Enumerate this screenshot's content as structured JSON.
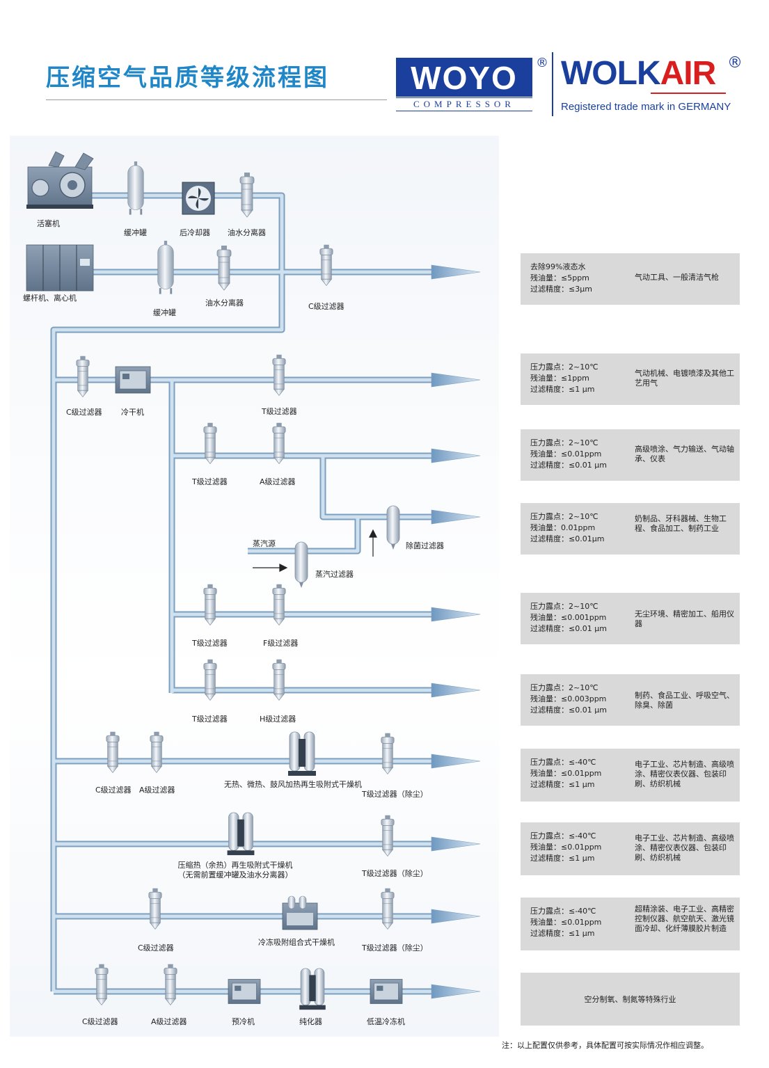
{
  "header": {
    "title": "压缩空气品质等级流程图",
    "logo1_text": "WOYO",
    "logo1_sub": "COMPRESSOR",
    "reg_mark": "®",
    "logo2_part1": "WOLK",
    "logo2_part2": "AIR",
    "logo2_sub": "Registered trade mark in GERMANY"
  },
  "labels": {
    "piston": "活塞机",
    "buffer_tank": "缓冲罐",
    "aftercooler": "后冷却器",
    "oil_water_sep": "油水分离器",
    "screw": "螺杆机、离心机",
    "c_filter": "C级过滤器",
    "dryer": "冷干机",
    "t_filter": "T级过滤器",
    "a_filter": "A级过滤器",
    "steam_source": "蒸汽源",
    "steam_filter": "蒸汽过滤器",
    "sterile_filter": "除菌过滤器",
    "f_filter": "F级过滤器",
    "h_filter": "H级过滤器",
    "ads_dryer": "无热、微热、鼓风加热再生吸附式干燥机",
    "t_filter_dust": "T级过滤器（除尘）",
    "heat_dryer_1": "压缩热（余热）再生吸附式干燥机",
    "heat_dryer_2": "（无需前置缓冲罐及油水分离器）",
    "combo_dryer": "冷冻吸附组合式干燥机",
    "precooler": "预冷机",
    "purifier": "纯化器",
    "low_temp": "低温冷冻机"
  },
  "boxes": [
    {
      "spec": [
        "去除99%液态水",
        "残油量：≤5ppm",
        "过滤精度：≤3μm"
      ],
      "app": "气动工具、一般清洁气枪"
    },
    {
      "spec": [
        "压力露点：2~10℃",
        "残油量：≤1ppm",
        "过滤精度：≤1 μm"
      ],
      "app": "气动机械、电镀喷漆及其他工艺用气"
    },
    {
      "spec": [
        "压力露点：2~10℃",
        "残油量：≤0.01ppm",
        "过滤精度：≤0.01 μm"
      ],
      "app": "高级喷涂、气力输送、气动轴承、仪表"
    },
    {
      "spec": [
        "压力露点：2~10℃",
        "残油量：0.01ppm",
        "过滤精度：≤0.01μm"
      ],
      "app": "奶制品、牙科器械、生物工程、食品加工、制药工业"
    },
    {
      "spec": [
        "压力露点：2~10℃",
        "残油量：≤0.001ppm",
        "过滤精度：≤0.01 μm"
      ],
      "app": "无尘环境、精密加工、船用仪器"
    },
    {
      "spec": [
        "压力露点：2~10℃",
        "残油量：≤0.003ppm",
        "过滤精度：≤0.01 μm"
      ],
      "app": "制药、食品工业、呼吸空气、除臭、除菌"
    },
    {
      "spec": [
        "压力露点：≤-40℃",
        "残油量：≤0.01ppm",
        "过滤精度：≤1 μm"
      ],
      "app": "电子工业、芯片制造、高级喷涂、精密仪表仪器、包装印刷、纺织机械"
    },
    {
      "spec": [
        "压力露点：≤-40℃",
        "残油量：≤0.01ppm",
        "过滤精度：≤1 μm"
      ],
      "app": "电子工业、芯片制造、高级喷涂、精密仪表仪器、包装印刷、纺织机械"
    },
    {
      "spec": [
        "压力露点：≤-40℃",
        "残油量：≤0.01ppm",
        "过滤精度：≤1 μm"
      ],
      "app": "超精涂装、电子工业、高精密控制仪器、航空航天、激光镜面冷却、化纤薄膜胶片制造"
    }
  ],
  "last_box": "空分制氧、制氮等特殊行业",
  "note": "注：以上配置仅供参考，具体配置可按实际情况作相应调整。",
  "colors": {
    "pipe": "#b6cfe4",
    "pipe_edge": "#7c9fc0",
    "accent": "#1f86c8",
    "brand": "#1a3f9c",
    "box": "#d9d9d9"
  }
}
